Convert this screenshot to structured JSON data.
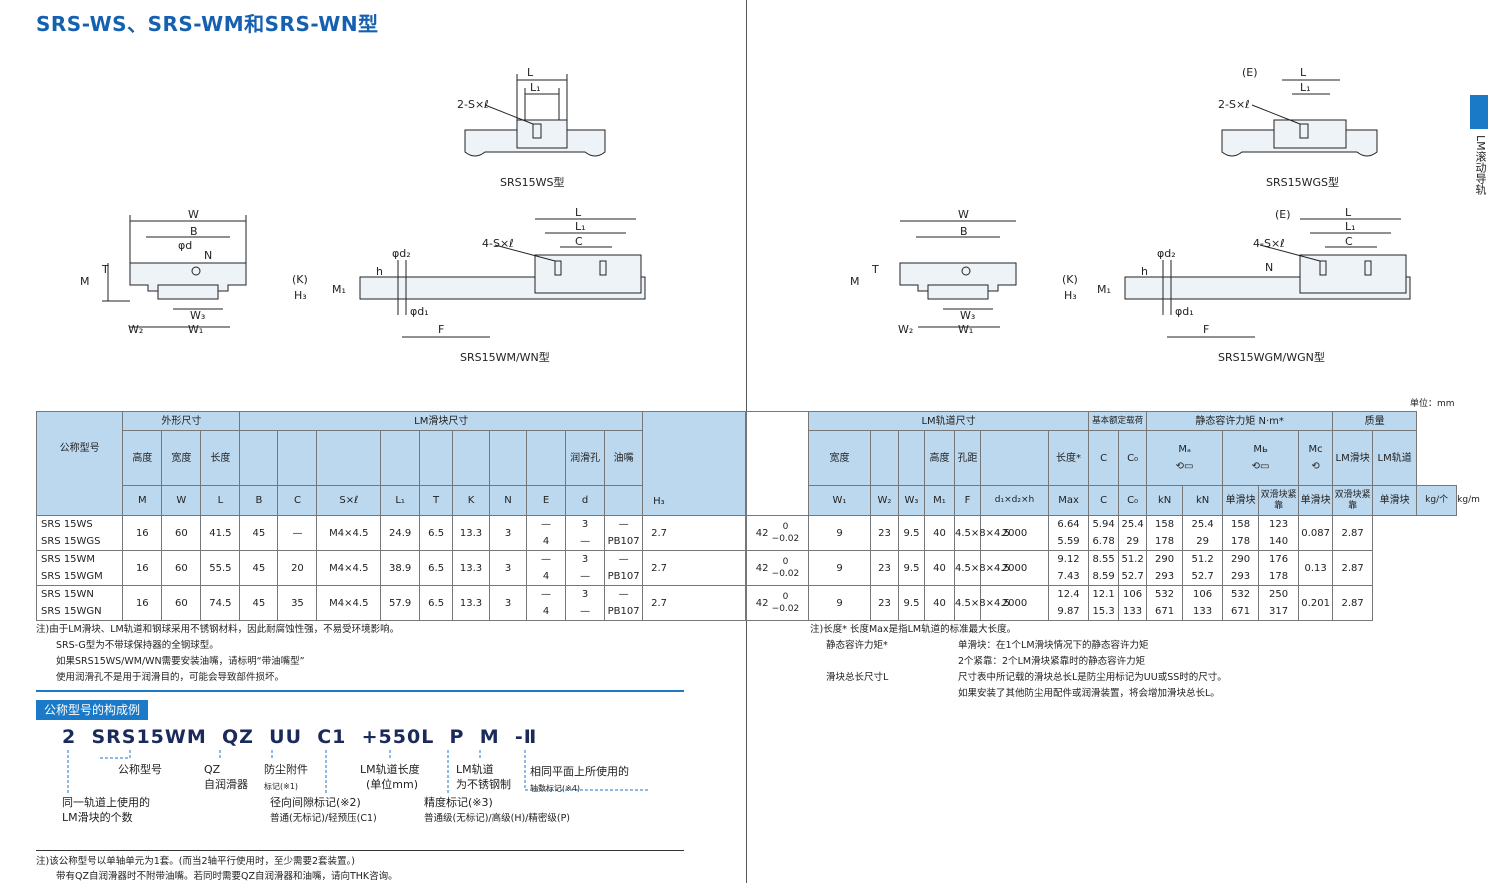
{
  "page": {
    "title": "SRS-WS、SRS-WM和SRS-WN型",
    "side_label": "LM滚动导轨",
    "unit": "单位：mm"
  },
  "drawings": {
    "left_top_caption": "SRS15WS型",
    "left_bottom_caption": "SRS15WM/WN型",
    "right_top_caption": "SRS15WGS型",
    "right_bottom_caption": "SRS15WGM/WGN型",
    "labels": {
      "L": "L",
      "L1": "L₁",
      "E": "(E)",
      "S2": "2-S×ℓ",
      "S4": "4-S×ℓ",
      "W": "W",
      "B": "B",
      "phid": "φd",
      "N": "N",
      "T": "T",
      "M": "M",
      "K": "(K)",
      "H3": "H₃",
      "W3": "W₃",
      "W1": "W₁",
      "W2": "W₂",
      "C": "C",
      "phid2": "φd₂",
      "h": "h",
      "M1": "M₁",
      "phid1": "φd₁",
      "F": "F"
    }
  },
  "left_table": {
    "group_headers": {
      "model": "公称型号",
      "outer": "外形尺寸",
      "block": "LM滑块尺寸"
    },
    "sub_headers": {
      "height": "高度",
      "width": "宽度",
      "length": "长度",
      "lube_hole": "润滑孔",
      "nipple": "油嘴"
    },
    "symbols": [
      "M",
      "W",
      "L",
      "B",
      "C",
      "S×ℓ",
      "L₁",
      "T",
      "K",
      "N",
      "E",
      "d",
      "",
      "H₃"
    ],
    "rows": [
      {
        "models": [
          "SRS 15WS",
          "SRS 15WGS"
        ],
        "M": "16",
        "W": "60",
        "L": "41.5",
        "B": "45",
        "C": "—",
        "S": "M4×4.5",
        "L1": "24.9",
        "T": "6.5",
        "K": "13.3",
        "N": "3",
        "E": [
          "—",
          "4"
        ],
        "d": [
          "3",
          "—"
        ],
        "nip": [
          "—",
          "PB107"
        ],
        "H3": "2.7"
      },
      {
        "models": [
          "SRS 15WM",
          "SRS 15WGM"
        ],
        "M": "16",
        "W": "60",
        "L": "55.5",
        "B": "45",
        "C": "20",
        "S": "M4×4.5",
        "L1": "38.9",
        "T": "6.5",
        "K": "13.3",
        "N": "3",
        "E": [
          "—",
          "4"
        ],
        "d": [
          "3",
          "—"
        ],
        "nip": [
          "—",
          "PB107"
        ],
        "H3": "2.7"
      },
      {
        "models": [
          "SRS 15WN",
          "SRS 15WGN"
        ],
        "M": "16",
        "W": "60",
        "L": "74.5",
        "B": "45",
        "C": "35",
        "S": "M4×4.5",
        "L1": "57.9",
        "T": "6.5",
        "K": "13.3",
        "N": "3",
        "E": [
          "—",
          "4"
        ],
        "d": [
          "3",
          "—"
        ],
        "nip": [
          "—",
          "PB107"
        ],
        "H3": "2.7"
      }
    ]
  },
  "right_table": {
    "group_headers": {
      "rail": "LM轨道尺寸",
      "load": "基本额定载荷",
      "moment": "静态容许力矩 N·m*",
      "mass": "质量"
    },
    "sub_headers": {
      "width": "宽度",
      "height": "高度",
      "pitch": "孔距",
      "length": "长度*",
      "Ma": "Mₐ",
      "Mb": "Mь",
      "Mc": "Mc",
      "block_mass": "LM滑块",
      "rail_mass": "LM轨道"
    },
    "symbols": [
      "W₁",
      "W₂",
      "W₃",
      "M₁",
      "F",
      "d₁×d₂×h",
      "Max",
      "C",
      "C₀",
      "kN",
      "kN",
      "单滑块",
      "双滑块紧靠",
      "单滑块",
      "双滑块紧靠",
      "单滑块",
      "kg/个",
      "kg/m"
    ],
    "rows": [
      {
        "W1": "42",
        "tol": [
          "0",
          "−0.02"
        ],
        "W2": "9",
        "W3": "23",
        "M1": "9.5",
        "F": "40",
        "dd": "4.5×8×4.5",
        "max": "2000",
        "C": [
          "6.64",
          "5.59"
        ],
        "C0": [
          "5.94",
          "6.78"
        ],
        "Ma1": [
          "25.4",
          "29"
        ],
        "Ma2": [
          "158",
          "178"
        ],
        "Mb1": [
          "25.4",
          "29"
        ],
        "Mb2": [
          "158",
          "178"
        ],
        "Mc": [
          "123",
          "140"
        ],
        "mb": "0.087",
        "mr": "2.87"
      },
      {
        "W1": "42",
        "tol": [
          "0",
          "−0.02"
        ],
        "W2": "9",
        "W3": "23",
        "M1": "9.5",
        "F": "40",
        "dd": "4.5×8×4.5",
        "max": "2000",
        "C": [
          "9.12",
          "7.43"
        ],
        "C0": [
          "8.55",
          "8.59"
        ],
        "Ma1": [
          "51.2",
          "52.7"
        ],
        "Ma2": [
          "290",
          "293"
        ],
        "Mb1": [
          "51.2",
          "52.7"
        ],
        "Mb2": [
          "290",
          "293"
        ],
        "Mc": [
          "176",
          "178"
        ],
        "mb": "0.13",
        "mr": "2.87"
      },
      {
        "W1": "42",
        "tol": [
          "0",
          "−0.02"
        ],
        "W2": "9",
        "W3": "23",
        "M1": "9.5",
        "F": "40",
        "dd": "4.5×8×4.5",
        "max": "2000",
        "C": [
          "12.4",
          "9.87"
        ],
        "C0": [
          "12.1",
          "15.3"
        ],
        "Ma1": [
          "106",
          "133"
        ],
        "Ma2": [
          "532",
          "671"
        ],
        "Mb1": [
          "106",
          "133"
        ],
        "Mb2": [
          "532",
          "671"
        ],
        "Mc": [
          "250",
          "317"
        ],
        "mb": "0.201",
        "mr": "2.87"
      }
    ]
  },
  "notes_left": [
    "注)由于LM滑块、LM轨道和钢球采用不锈钢材料，因此耐腐蚀性强，不易受环境影响。",
    "SRS-G型为不带球保持器的全钢球型。",
    "如果SRS15WS/WM/WN需要安装油嘴，请标明“带油嘴型”",
    "使用润滑孔不是用于润滑目的，可能会导致部件损坏。"
  ],
  "notes_right": {
    "first": "注)长度*  长度Max是指LM轨道的标准最大长度。",
    "r1k": "静态容许力矩*",
    "r1v": "单滑块：在1个LM滑块情况下的静态容许力矩",
    "r2v": "2个紧靠：2个LM滑块紧靠时的静态容许力矩",
    "r3k": "滑块总长尺寸L",
    "r3v": "尺寸表中所记载的滑块总长L是防尘用标记为UU或SS时的尺寸。",
    "r4v": "如果安装了其他防尘用配件或润滑装置，将会增加滑块总长L。"
  },
  "model_code": {
    "heading": "公称型号的构成例",
    "code": "2  SRS15WM  QZ  UU  C1  +550L  P  M  -Ⅱ",
    "labels": {
      "model": "公称型号",
      "qz1": "QZ",
      "qz2": "自润滑器",
      "dust1": "防尘附件",
      "dust2": "标记(※1)",
      "rail1": "LM轨道长度",
      "rail2": "(单位mm)",
      "ss1": "LM轨道",
      "ss2": "为不锈钢制",
      "par1": "相同平面上所使用的",
      "par2": "轴数标记(※4)",
      "cnt1": "同一轨道上使用的",
      "cnt2": "LM滑块的个数",
      "clr1": "径向间隙标记(※2)",
      "clr2": "普通(无标记)/轻预压(C1)",
      "acc1": "精度标记(※3)",
      "acc2": "普通级(无标记)/高级(H)/精密级(P)"
    }
  },
  "bottom_notes": [
    "注)该公称型号以单轴单元为1套。(而当2轴平行使用时，至少需要2套装置。)",
    "带有QZ自润滑器时不附带油嘴。若同时需要QZ自润滑器和油嘴，请向THK咨询。"
  ]
}
